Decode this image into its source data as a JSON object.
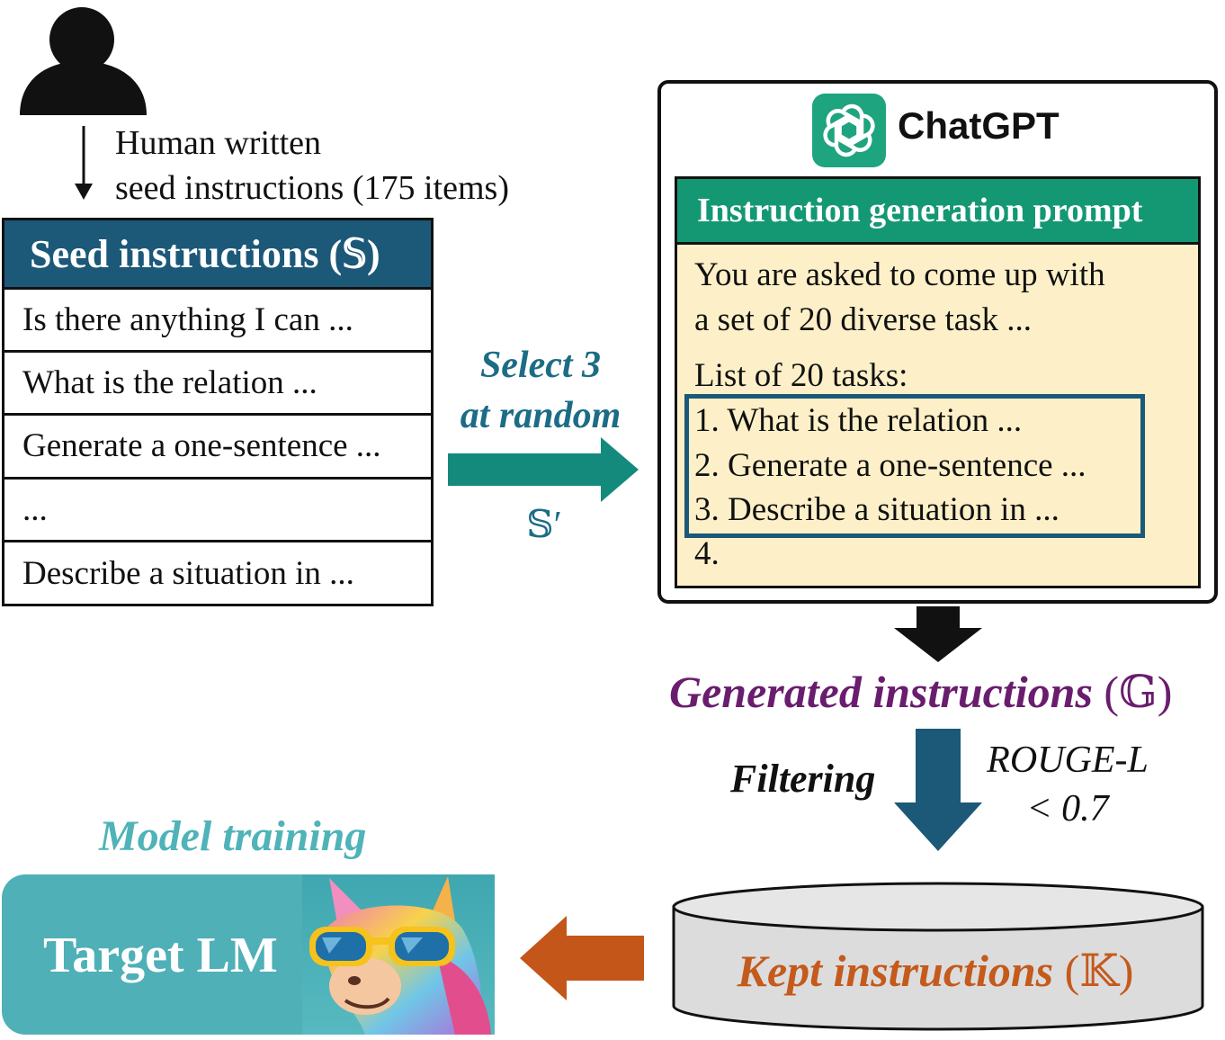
{
  "human": {
    "label_line1": "Human written",
    "label_line2": "seed instructions (175 items)"
  },
  "seed_table": {
    "header": "Seed instructions (𝕊)",
    "rows": [
      "Is there anything I can ...",
      "What is the relation ...",
      "Generate a one-sentence ...",
      "...",
      "Describe a situation in ..."
    ]
  },
  "select": {
    "line1": "Select 3",
    "line2": "at random",
    "subset_symbol": "𝕊′"
  },
  "chatgpt": {
    "title": "ChatGPT",
    "prompt_header": "Instruction generation prompt",
    "prompt_line1": "You are asked to come up with",
    "prompt_line2": "a set of 20 diverse task ...",
    "list_title": "List of 20 tasks:",
    "tasks": [
      "1. What is the relation ...",
      "2. Generate a one-sentence ...",
      "3. Describe a situation in ...",
      "4."
    ]
  },
  "generated": {
    "label": "Generated instructions",
    "symbol": "(𝔾)"
  },
  "filtering": {
    "label": "Filtering",
    "criterion_line1": "ROUGE-L",
    "criterion_line2": "< 0.7"
  },
  "kept": {
    "label": "Kept instructions",
    "symbol": "(𝕂)"
  },
  "training": {
    "label": "Model training",
    "target": "Target LM"
  },
  "colors": {
    "seed_header": "#1c5878",
    "select_arrow": "#148a7c",
    "prompt_header": "#149874",
    "prompt_bg": "#fdf0c8",
    "generated_text": "#6a1d6e",
    "filter_arrow": "#1c5878",
    "kept_text": "#c45a1c",
    "orange_arrow": "#c4561a",
    "target_box": "#4fb0b7"
  }
}
